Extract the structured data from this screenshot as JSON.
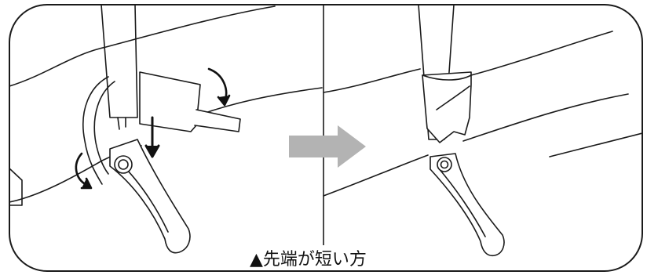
{
  "figure": {
    "caption": "▲先端が短い方",
    "colors": {
      "line": "#1a1a1a",
      "fill": "#ffffff",
      "arrow_right": "#b3b3b3",
      "motion_arrow": "#111111"
    },
    "panels": [
      {
        "name": "before",
        "icons": [
          "curved-arrow-icon",
          "down-arrow-icon",
          "curved-arrow-icon"
        ]
      },
      {
        "name": "after",
        "icons": []
      }
    ],
    "transition_icon": "right-arrow-icon"
  }
}
